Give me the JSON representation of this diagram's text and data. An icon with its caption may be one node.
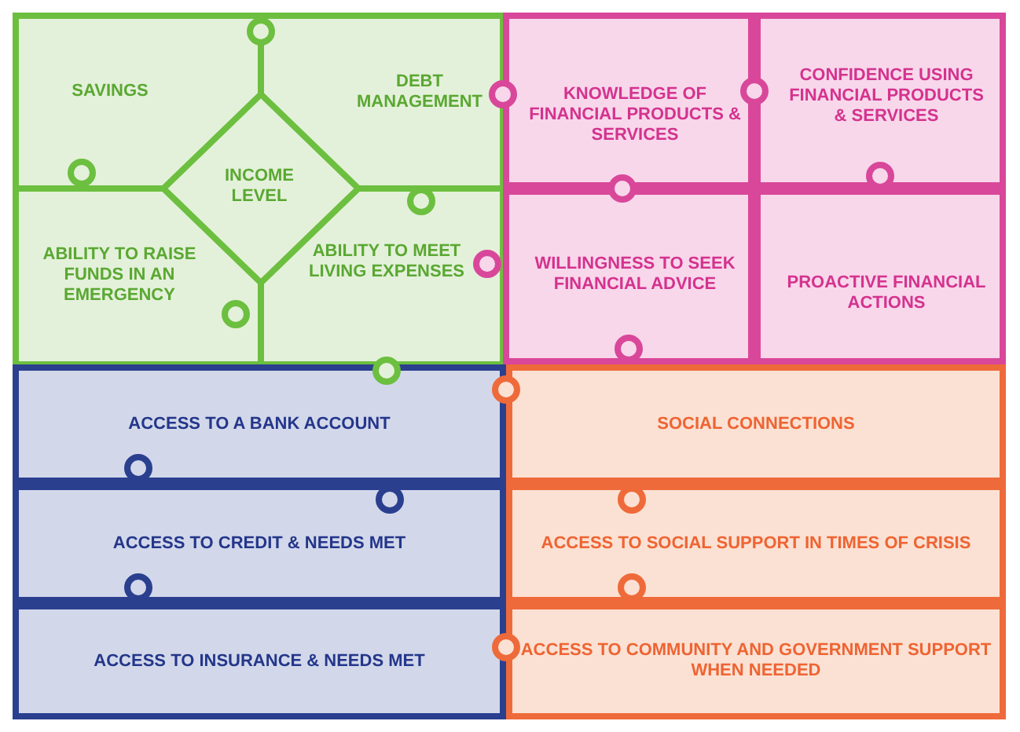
{
  "diagram": {
    "nodes": [
      {
        "text": [
          "SAVINGS"
        ]
      },
      {
        "text": [
          "DEBT MANAGEMENT"
        ]
      },
      {
        "text": [
          "INCOME LEVEL"
        ]
      },
      {
        "text": [
          "ABILITY TO RAISE FUNDS IN AN EMERGENCY"
        ]
      },
      {
        "text": [
          "ABILITY TO MEET LIVING EXPENSES"
        ]
      },
      {
        "text": [
          "KNOWLEDGE OF FINANCIAL PRODUCTS & SERVICES"
        ]
      },
      {
        "text": [
          "CONFIDENCE USING FINANCIAL PRODUCTS & SERVICES"
        ]
      },
      {
        "text": [
          "WILLINGNESS TO SEEK FINANCIAL ADVICE"
        ]
      },
      {
        "text": [
          "PROACTIVE FINANCIAL ACTIONS"
        ]
      },
      {
        "text": [
          "ACCESS TO A BANK ACCOUNT"
        ]
      },
      {
        "text": [
          "ACCESS TO CREDIT & NEEDS MET"
        ]
      },
      {
        "text": [
          "ACCESS TO INSURANCE & NEEDS MET"
        ]
      },
      {
        "text": [
          "SOCIAL CONNECTIONS"
        ]
      },
      {
        "text": [
          "ACCESS TO SOCIAL SUPPORT IN TIMES OF CRISIS"
        ]
      },
      {
        "text": [
          "ACCESS TO COMMUNITY AND GOVERNMENT SUPPORT WHEN NEEDED"
        ]
      }
    ]
  }
}
